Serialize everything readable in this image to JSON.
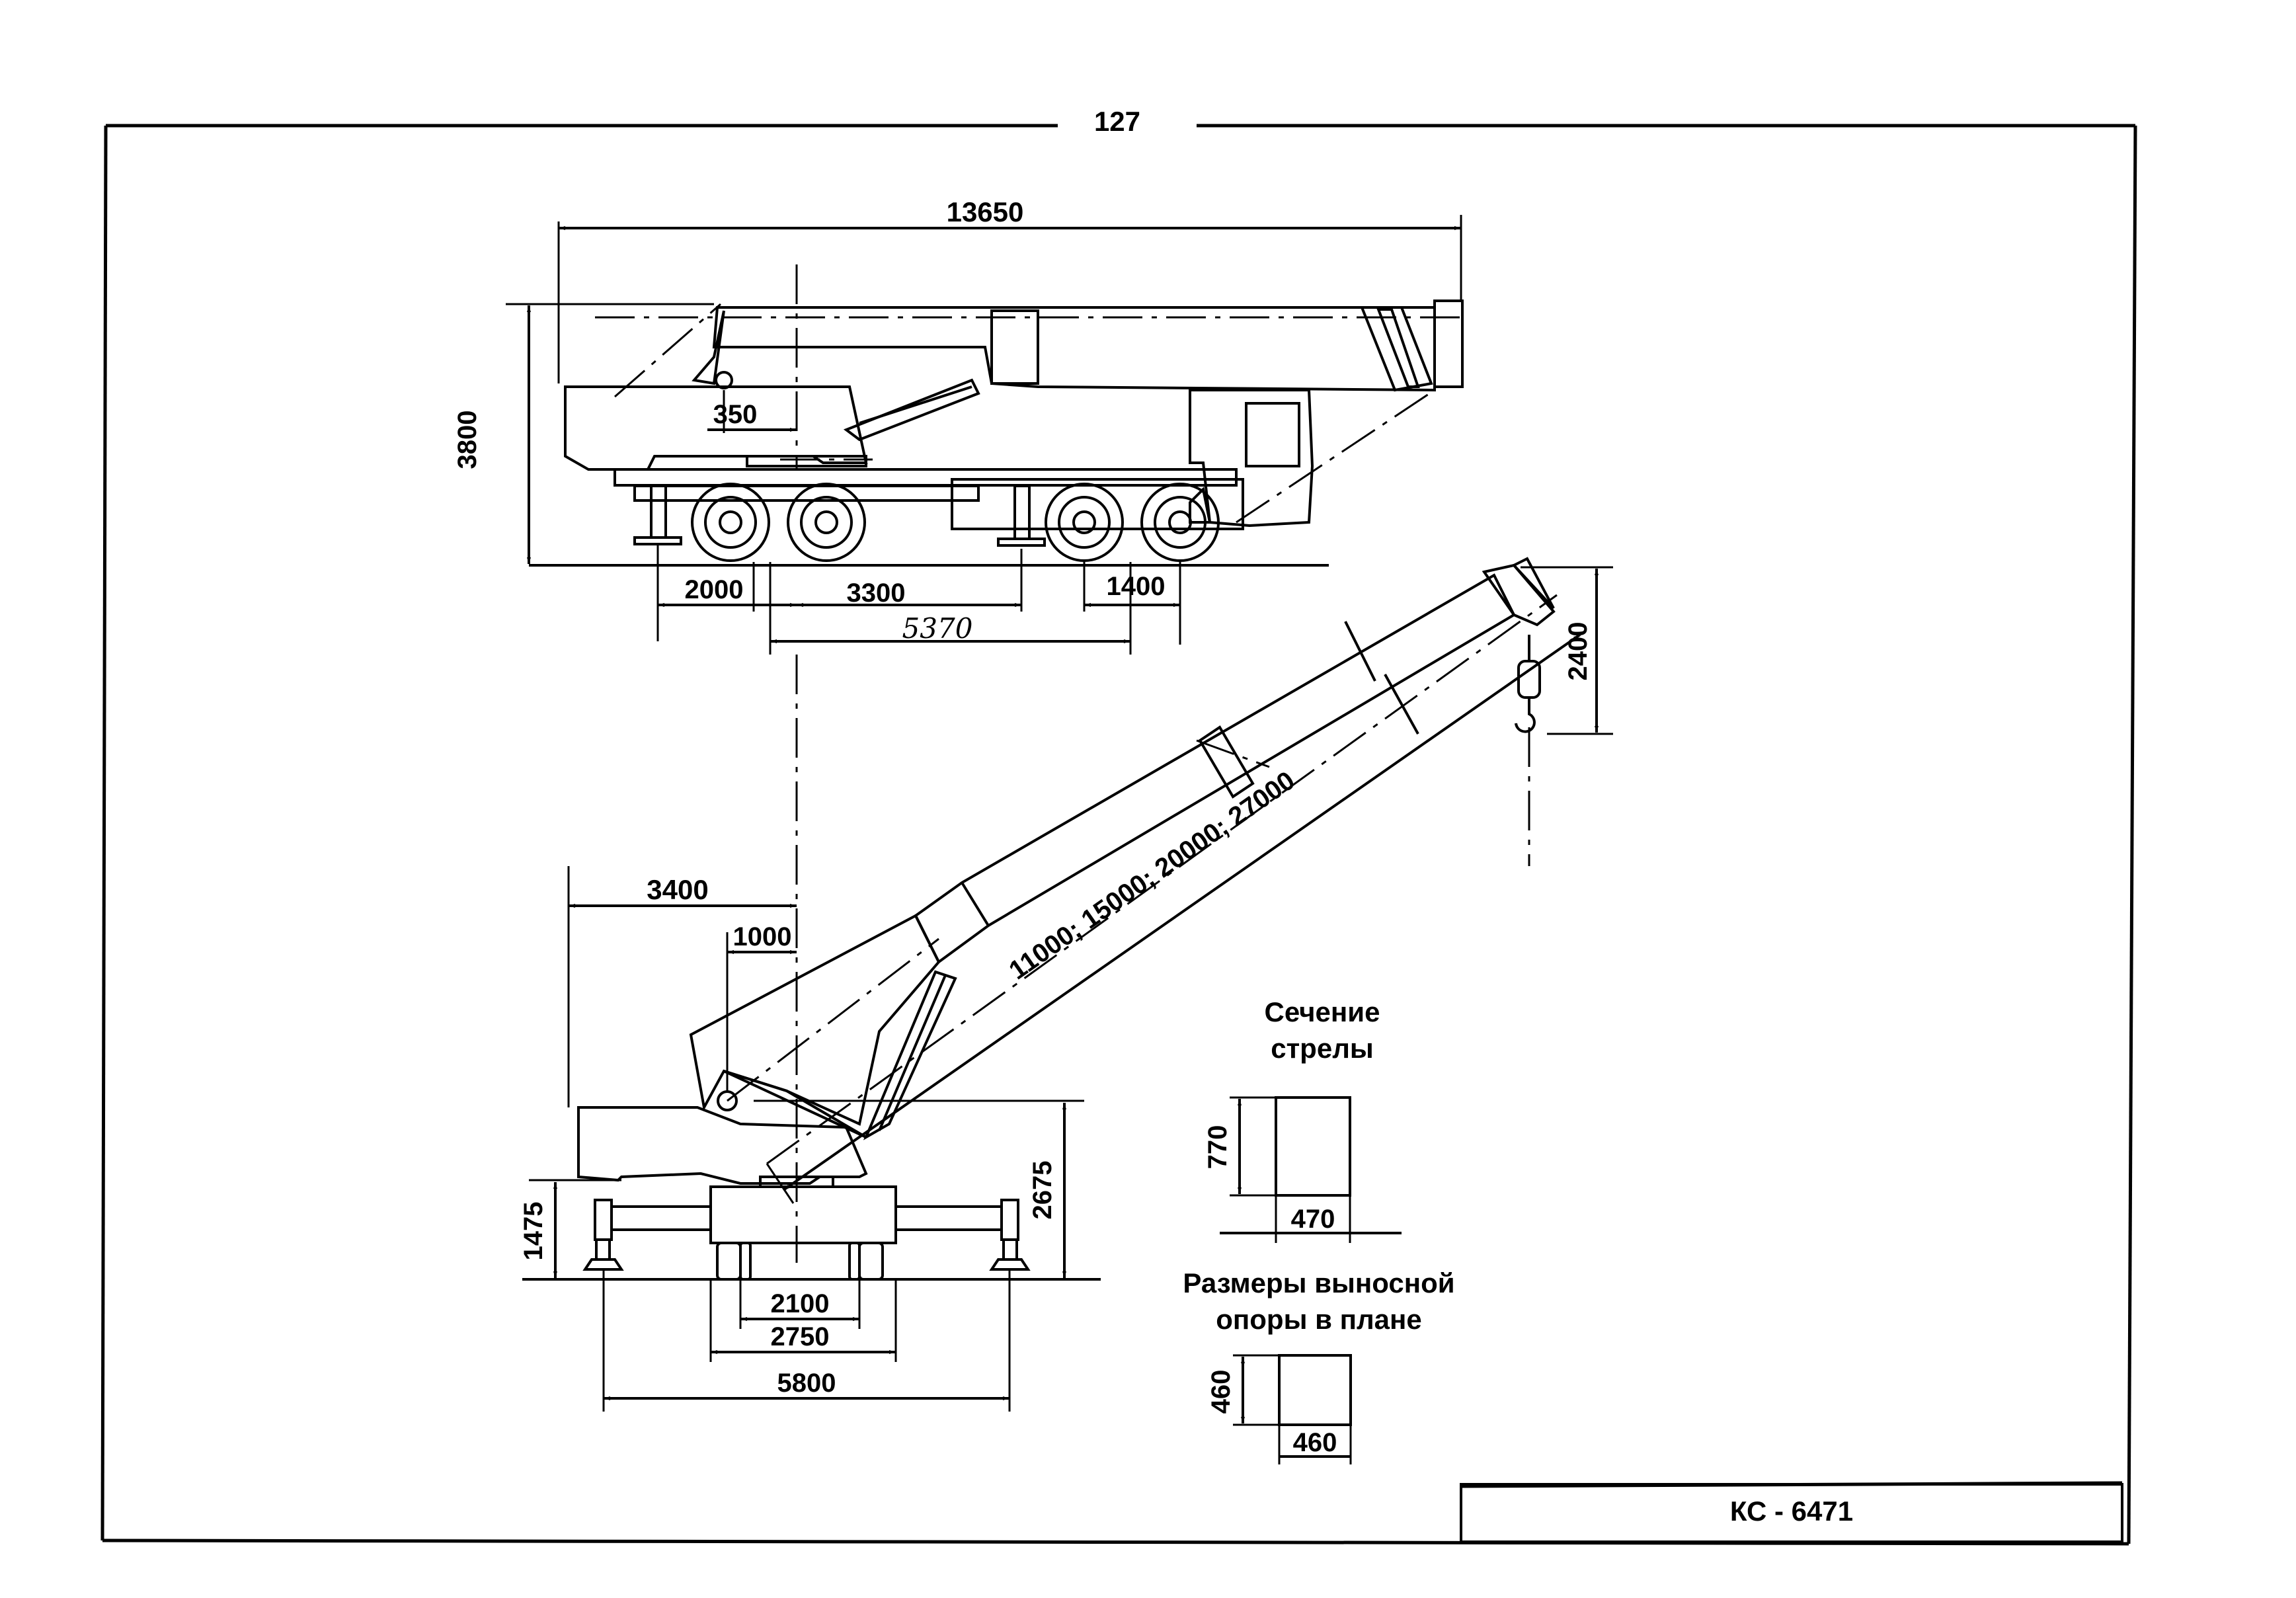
{
  "page": {
    "number": "127"
  },
  "stamp": {
    "model": "КС - 6471"
  },
  "travel_view": {
    "length": "13650",
    "height": "3800",
    "slew_offset": "350",
    "front_overhang": "2000",
    "wheelbase_1": "3300",
    "rear_axle_spacing": "1400",
    "outrigger_base": "5370"
  },
  "working_view": {
    "tail_radius": "3400",
    "pivot_offset": "1000",
    "boom_lengths": "11000; 15000; 20000; 27000",
    "jib_head": "2400",
    "pivot_height": "2675",
    "frame_height": "1475",
    "track_inner": "2100",
    "track_outer": "2750",
    "outrigger_span": "5800"
  },
  "boom_section": {
    "title_line1": "Сечение",
    "title_line2": "стрелы",
    "height": "770",
    "width": "470"
  },
  "outrigger_pad": {
    "title_line1": "Размеры выносной",
    "title_line2": "опоры в плане",
    "length": "460",
    "width": "460"
  }
}
